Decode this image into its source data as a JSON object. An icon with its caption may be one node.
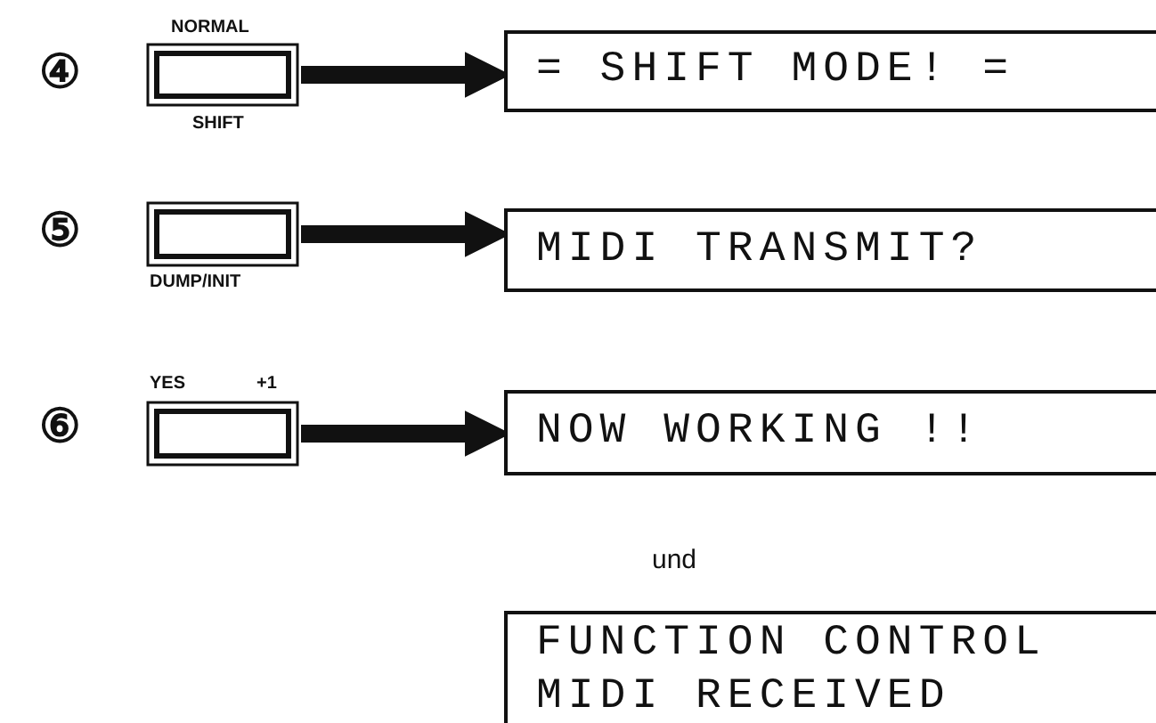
{
  "diagram": {
    "nodes": [
      {
        "text": [
          "NORMAL",
          "SHIFT"
        ]
      },
      {
        "text": [
          "= SHIFT MODE! ="
        ]
      },
      {
        "text": [
          "DUMP/INIT"
        ]
      },
      {
        "text": [
          "MIDI TRANSMIT?"
        ]
      },
      {
        "text": [
          "YES",
          "+1"
        ]
      },
      {
        "text": [
          "NOW WORKING !!"
        ]
      },
      {
        "text": [
          "FUNCTION CONTROL MIDI RECEIVED"
        ]
      }
    ],
    "edges": [
      {
        "from": 0,
        "to": 1,
        "arrow": "to"
      },
      {
        "from": 2,
        "to": 3,
        "arrow": "to"
      },
      {
        "from": 4,
        "to": 5,
        "arrow": "to"
      }
    ],
    "labels": [
      "④",
      "⑤",
      "⑥",
      "und"
    ]
  }
}
